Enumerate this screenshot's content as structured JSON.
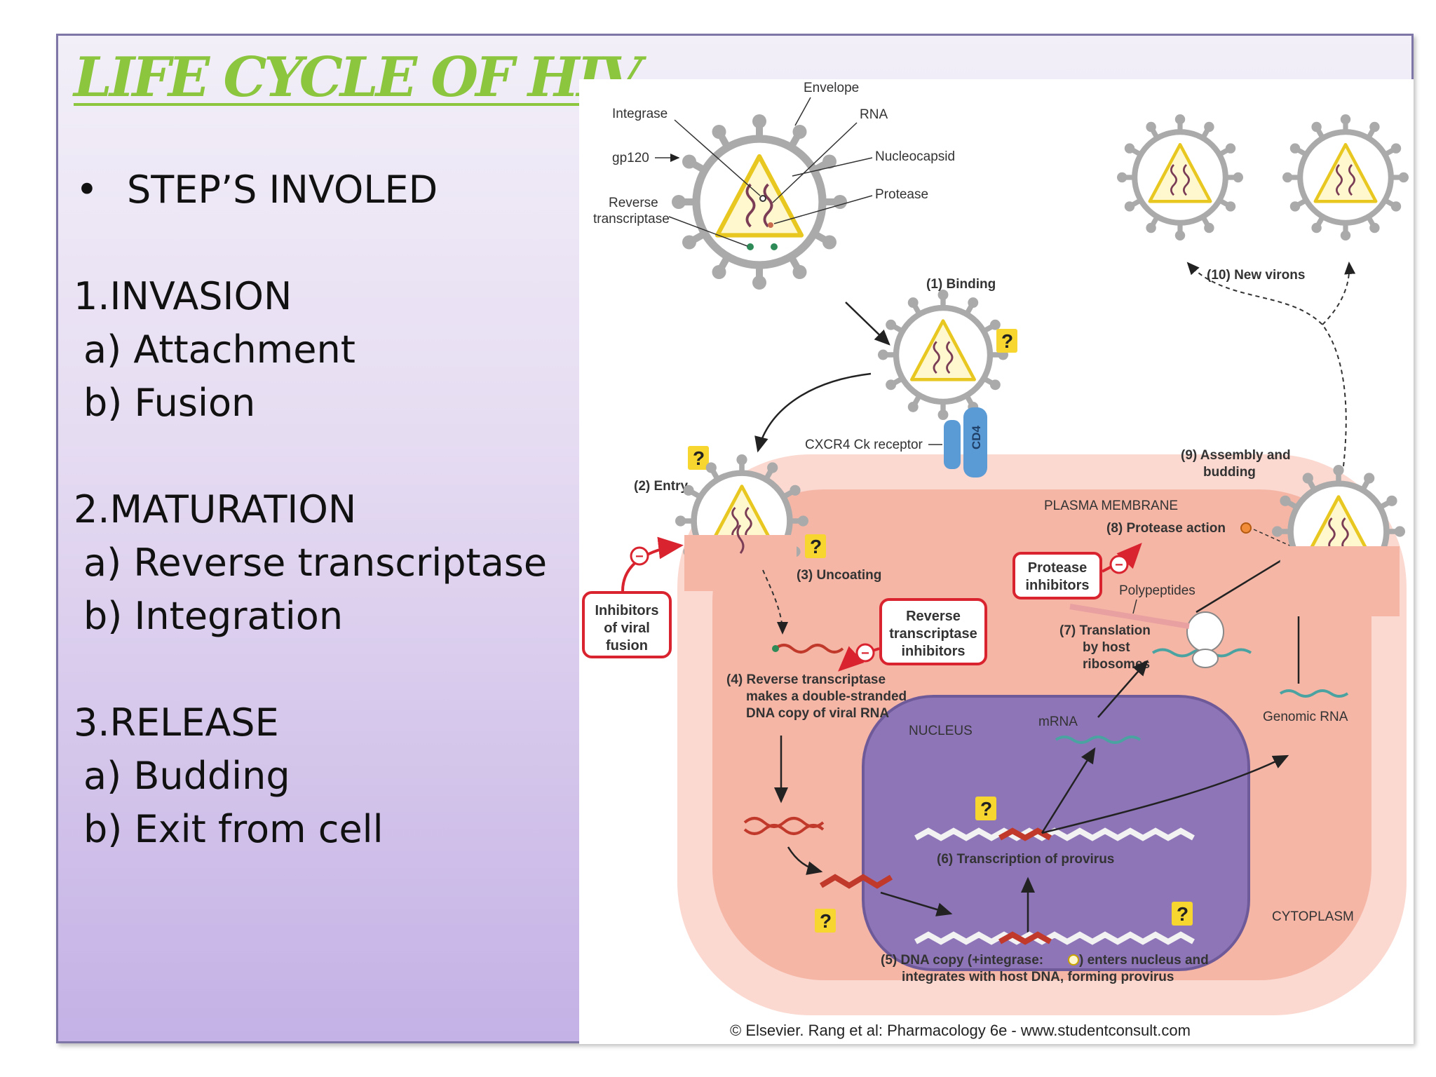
{
  "slide": {
    "title": "LIFE CYCLE OF HIV",
    "bullet_marker": "•",
    "bullet_text": "STEP’S INVOLED",
    "lines": [
      "1.INVASION",
      "a) Attachment",
      "b) Fusion",
      "2.MATURATION",
      "a) Reverse transcriptase",
      "b) Integration",
      "3.RELEASE",
      "a) Budding",
      "b) Exit from cell"
    ]
  },
  "diagram": {
    "virion_labels": {
      "envelope": "Envelope",
      "integrase": "Integrase",
      "rna": "RNA",
      "gp120": "gp120",
      "nucleocapsid": "Nucleocapsid",
      "protease": "Protease",
      "reverse_transcriptase_1": "Reverse",
      "reverse_transcriptase_2": "transcriptase"
    },
    "steps": {
      "binding": "(1)  Binding",
      "entry": "(2)  Entry",
      "uncoating": "(3)  Uncoating",
      "rt_1": "(4)  Reverse transcriptase",
      "rt_2": "makes a double-stranded",
      "rt_3": "DNA copy of viral RNA",
      "dna_1": "(5)  DNA copy (+integrase:",
      "dna_1b": ") enters nucleus and",
      "dna_2": "integrates with host DNA, forming provirus",
      "transcription": "(6)  Transcription of provirus",
      "translation_1": "(7)  Translation",
      "translation_2": "by host",
      "translation_3": "ribosomes",
      "protease_action": "(8)  Protease action",
      "assembly_1": "(9)  Assembly and",
      "assembly_2": "budding",
      "new_virons": "(10)  New virons"
    },
    "labels": {
      "cxcr4": "CXCR4 Ck receptor",
      "cd4": "CD4",
      "plasma_membrane": "PLASMA MEMBRANE",
      "nucleus": "NUCLEUS",
      "mrna": "mRNA",
      "polypeptides": "Polypeptides",
      "genomic_rna": "Genomic RNA",
      "cytoplasm": "CYTOPLASM"
    },
    "inhibitors": {
      "fusion": [
        "Inhibitors",
        "of viral",
        "fusion"
      ],
      "rt": [
        "Reverse",
        "transcriptase",
        "inhibitors"
      ],
      "protease": [
        "Protease",
        "inhibitors"
      ],
      "minus": "−"
    },
    "question_mark": "?",
    "copyright": "© Elsevier. Rang et al: Pharmacology 6e - www.studentconsult.com",
    "colors": {
      "title_green": "#8cc63f",
      "cell_pink": "#f7c7bb",
      "nucleus_purple": "#8e75b8",
      "inhibitor_red": "#d9242f",
      "question_yellow": "#f6d62f",
      "cd4_blue": "#5b9bd5"
    }
  }
}
